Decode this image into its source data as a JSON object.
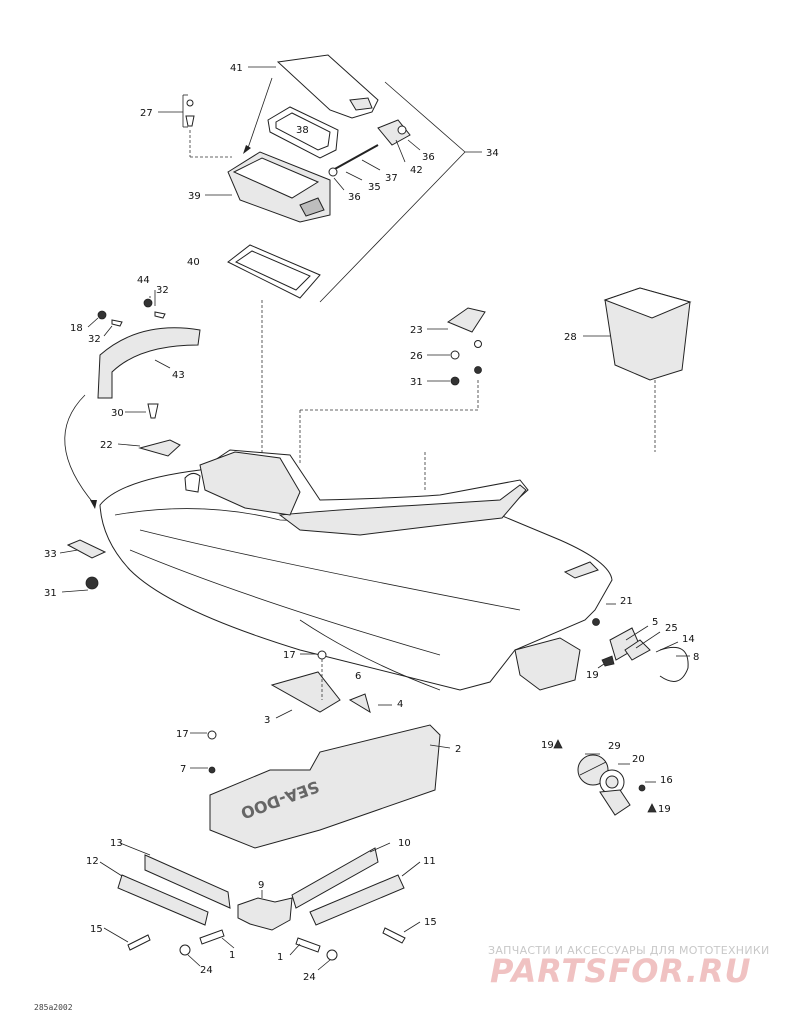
{
  "diagram_code": "285a2002",
  "watermark": {
    "caption": "ЗАПЧАСТИ И АКСЕССУАРЫ ДЛЯ МОТОТЕХНИКИ",
    "logo": "PARTSFOR.RU"
  },
  "mat_lettering": "SEA-DOO",
  "labels": {
    "l41": "41",
    "l27": "27",
    "l38": "38",
    "l34": "34",
    "l36a": "36",
    "l42": "42",
    "l37": "37",
    "l35": "35",
    "l36b": "36",
    "l39": "39",
    "l40": "40",
    "l44": "44",
    "l32a": "32",
    "l18": "18",
    "l32b": "32",
    "l43": "43",
    "l23": "23",
    "l26": "26",
    "l31a": "31",
    "l28": "28",
    "l30": "30",
    "l22": "22",
    "l33": "33",
    "l31b": "31",
    "l21": "21",
    "l5": "5",
    "l25": "25",
    "l14": "14",
    "l19a": "19",
    "l8": "8",
    "l17a": "17",
    "l6": "6",
    "l3": "3",
    "l4": "4",
    "l17b": "17",
    "l2": "2",
    "l7": "7",
    "l19b": "19",
    "l29": "29",
    "l20": "20",
    "l16": "16",
    "l19c": "19",
    "l13": "13",
    "l10": "10",
    "l12": "12",
    "l11": "11",
    "l9": "9",
    "l15a": "15",
    "l15b": "15",
    "l1a": "1",
    "l1b": "1",
    "l24a": "24",
    "l24b": "24"
  }
}
